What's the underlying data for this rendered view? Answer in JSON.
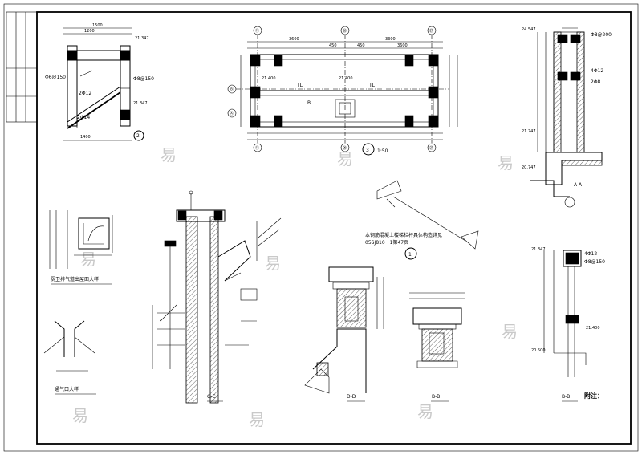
{
  "sections": {
    "section_cc": "C-C",
    "section_dd": "D-D",
    "section_bb": "B-B",
    "section_aa": "A-A",
    "detail_2": "2",
    "detail_1": "1",
    "detail_3": "3",
    "scale_3": "1:50",
    "detail_b": "B-B"
  },
  "captions": {
    "toilet_vent": "厨卫排气道出屋面大样",
    "vent_outlet": "通气口大样",
    "notes_label": "附注："
  },
  "plan": {
    "dims_top": [
      "3600",
      "450",
      "3300",
      "450",
      "3600"
    ],
    "axis_top": [
      "⑪",
      "⑳",
      "㉗"
    ],
    "axis_bottom": [
      "⑪",
      "⑳",
      "㉗"
    ],
    "axis_left": [
      "Ⓑ",
      "Ⓐ"
    ],
    "labels": [
      "TL",
      "TL",
      "B"
    ],
    "elevations": [
      "21.400",
      "21.400"
    ]
  },
  "detail2": {
    "dims": [
      "1500",
      "1200",
      "1400"
    ],
    "tags": [
      "2Φ12",
      "Φ6@150",
      "Φ8@150",
      "2Φ14"
    ],
    "elevations": [
      "21.347",
      "21.347"
    ]
  },
  "detail1": {
    "note_line1": "本钢筋混凝土楼梯栏杆具体构造详见",
    "note_line2": "05SJ810一1第47页"
  },
  "sectionAA": {
    "tags": [
      "4Φ12",
      "2Φ8",
      "Φ8@200"
    ],
    "elevations": [
      "24.547",
      "21.747",
      "20.747"
    ]
  },
  "sectionBB": {
    "tags": [
      "4Φ12",
      "Φ8@150"
    ],
    "elevations": [
      "21.347",
      "21.400",
      "20.500"
    ]
  },
  "watermark": "易"
}
